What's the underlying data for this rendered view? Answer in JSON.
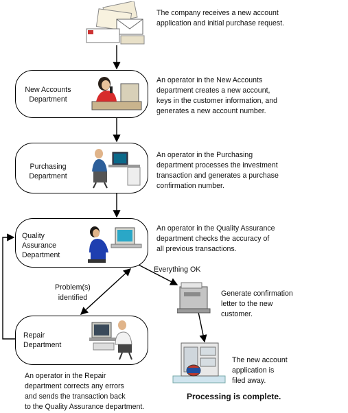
{
  "steps": {
    "intro": "The company receives a new account\napplication and initial purchase request.",
    "new_accounts_label": "New Accounts\nDepartment",
    "new_accounts_desc": "An operator in the New Accounts\ndepartment creates a new account,\nkeys in the customer information, and\ngenerates a new account number.",
    "purchasing_label": "Purchasing\nDepartment",
    "purchasing_desc": "An operator in the Purchasing\ndepartment processes the investment\ntransaction and generates a purchase\nconfirmation number.",
    "qa_label": "Quality\nAssurance\nDepartment",
    "qa_desc": "An operator in the Quality Assurance\ndepartment checks the accuracy of\nall previous transactions.",
    "everything_ok": "Everything OK",
    "problems": "Problem(s)\nidentified",
    "repair_label": "Repair\nDepartment",
    "repair_desc": "An operator in the Repair\ndepartment corrects any errors\nand sends the transaction back\nto the Quality Assurance department.",
    "confirmation_desc": "Generate confirmation\nletter to the new\ncustomer.",
    "filed_desc": "The new account\napplication is\nfiled away.",
    "complete": "Processing is complete."
  },
  "icons": [
    "envelopes-icon",
    "phone-operator-icon",
    "computer-operator-icon",
    "qa-operator-icon",
    "repair-operator-icon",
    "printer-icon",
    "filing-cabinet-icon"
  ]
}
